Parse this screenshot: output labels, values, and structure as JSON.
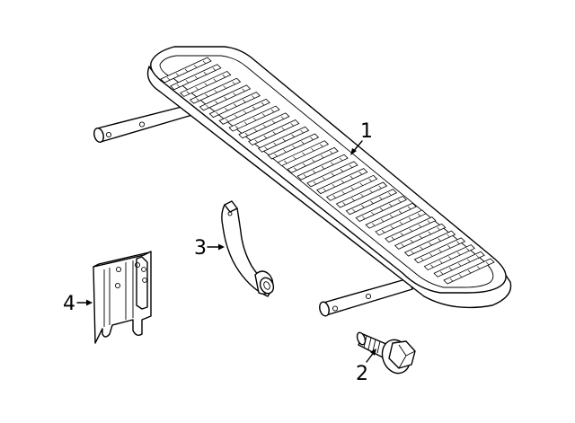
{
  "callouts": [
    {
      "id": "1",
      "label": "1",
      "part": "running-board-step"
    },
    {
      "id": "2",
      "label": "2",
      "part": "mounting-bolt"
    },
    {
      "id": "3",
      "label": "3",
      "part": "support-bracket"
    },
    {
      "id": "4",
      "label": "4",
      "part": "mounting-plate"
    }
  ]
}
